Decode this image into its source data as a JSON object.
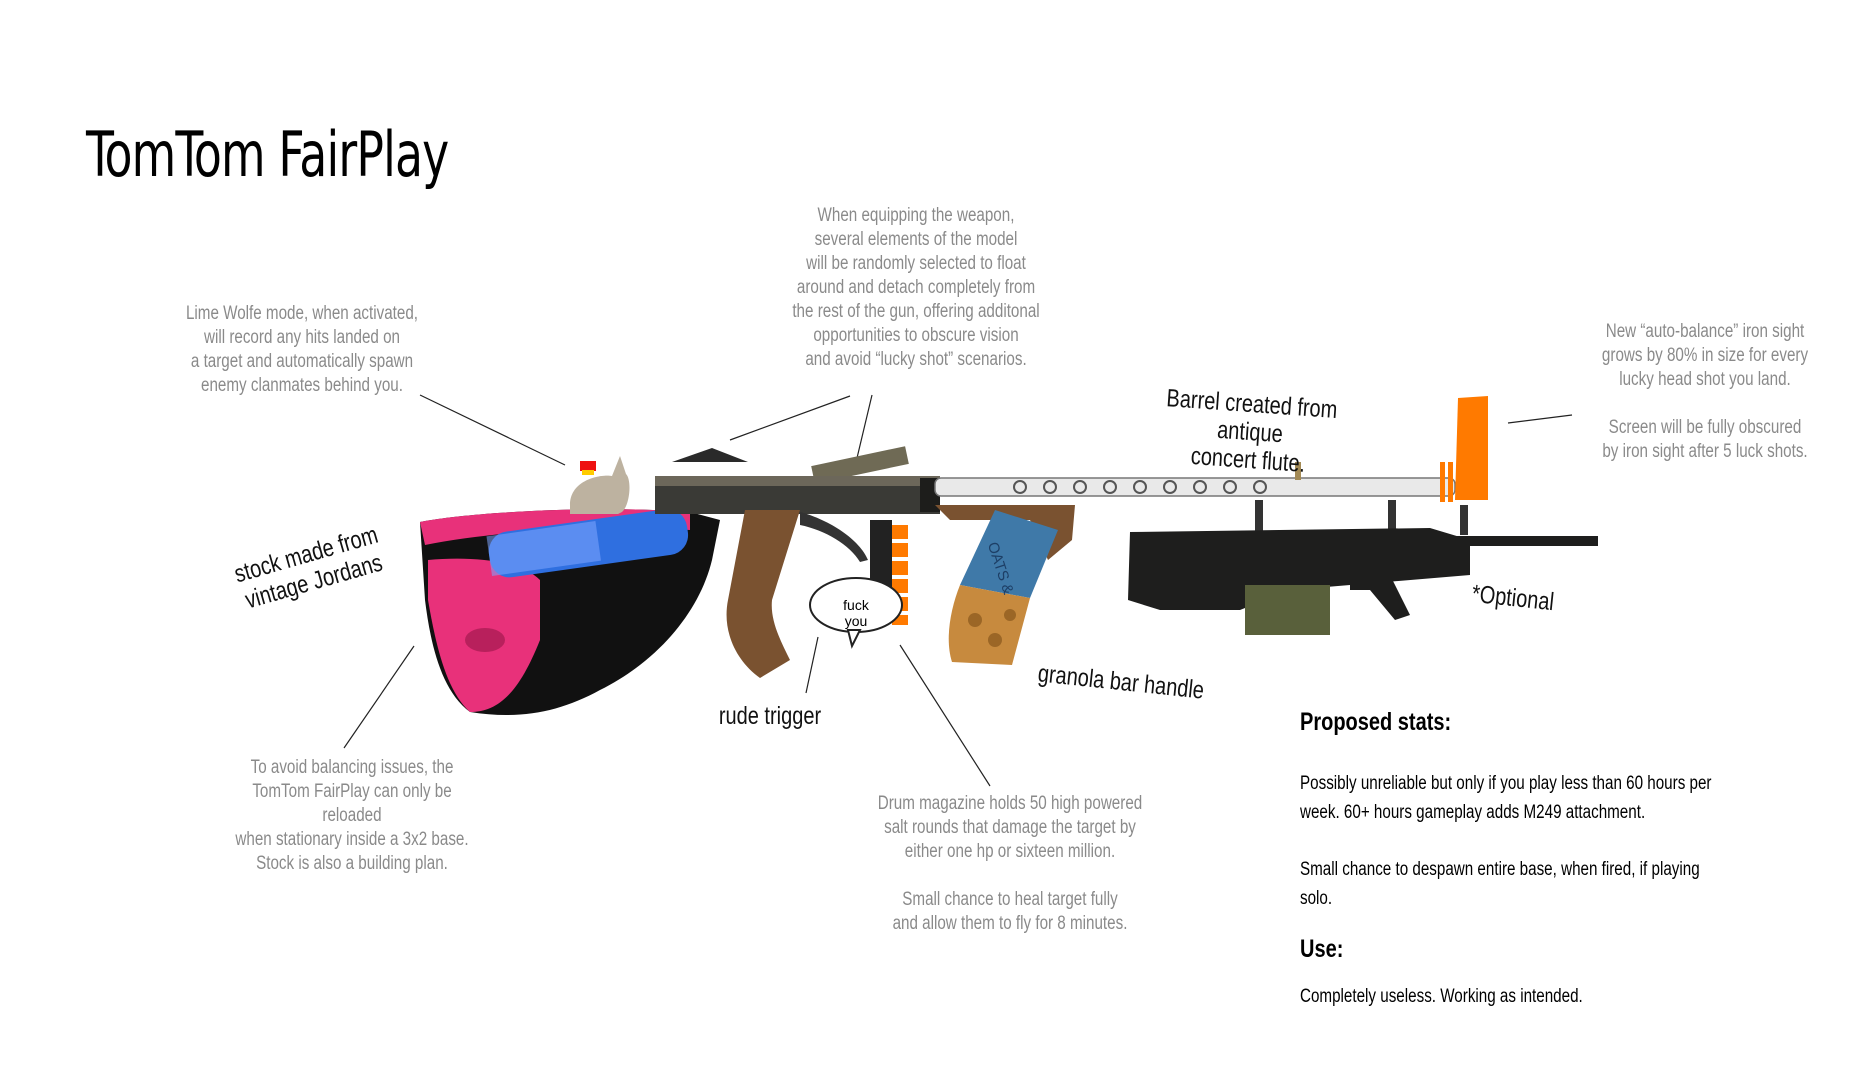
{
  "title": "TomTom FairPlay",
  "notes": {
    "lime_wolfe": "Lime Wolfe mode, when activated,\nwill record any hits landed on\na target and automatically spawn\nenemy clanmates behind you.",
    "float": "When equipping the weapon,\nseveral elements of the model\nwill be randomly selected to float\naround and detach completely from\nthe rest of the gun, offering additonal\nopportunities to obscure vision\nand avoid “lucky shot” scenarios.",
    "iron_sight": "New “auto-balance” iron sight\ngrows by 80% in size for every\nlucky head shot you land.\n\nScreen will be fully obscured\nby iron sight after 5 luck shots.",
    "reload": "To avoid balancing issues, the\nTomTom FairPlay can only be reloaded\nwhen stationary inside a 3x2 base.\nStock is also a building plan.",
    "drum": "Drum magazine holds 50 high powered\nsalt rounds that damage the target by\neither one hp or sixteen million.\n\nSmall chance to heal target fully\nand allow them to fly for 8 minutes."
  },
  "labels": {
    "stock": "stock made from\nvintage Jordans",
    "barrel": "Barrel created from antique\nconcert flute.",
    "trigger": "rude trigger",
    "granola": "granola bar handle",
    "optional": "*Optional",
    "speech": "fuck you",
    "wrapper": "OATS &"
  },
  "stats": {
    "heading": "Proposed stats:",
    "line1": "Possibly unreliable but only if you play less than 60 hours per\nweek. 60+ hours gameplay adds M249 attachment.",
    "line2": "Small chance to despawn entire base, when fired, if playing solo.",
    "use_heading": "Use:",
    "use_text": "Completely useless. Working as intended."
  },
  "colors": {
    "shoe_pink": "#e8317a",
    "tape_blue": "#2f6fe0",
    "sight_orange": "#ff7a00",
    "wood": "#7a5230",
    "metal": "#3a3a36"
  }
}
